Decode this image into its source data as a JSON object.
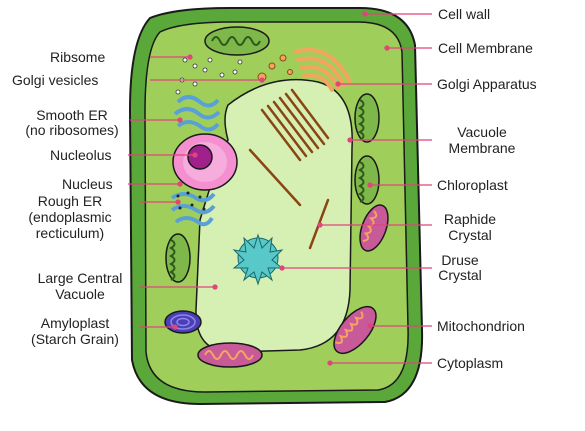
{
  "labels": {
    "cell_wall": "Cell wall",
    "ribsome": "Ribsome",
    "cell_membrane": "Cell Membrane",
    "golgi_vesicles": "Golgi vesicles",
    "golgi_apparatus": "Golgi Apparatus",
    "smooth_er_1": "Smooth ER",
    "smooth_er_2": "(no ribosomes)",
    "vacuole_membrane_1": "Vacuole",
    "vacuole_membrane_2": "Membrane",
    "nucleolus": "Nucleolus",
    "nucleus": "Nucleus",
    "chloroplast": "Chloroplast",
    "rough_er_1": "Rough ER",
    "rough_er_2": "(endoplasmic",
    "rough_er_3": "recticulum)",
    "raphide_1": "Raphide",
    "raphide_2": "Crystal",
    "druse_1": "Druse",
    "druse_2": "Crystal",
    "large_vacuole_1": "Large Central",
    "large_vacuole_2": "Vacuole",
    "amyloplast_1": "Amyloplast",
    "amyloplast_2": "(Starch Grain)",
    "mitochondrion": "Mitochondrion",
    "cytoplasm": "Cytoplasm"
  },
  "colors": {
    "cell_wall": "#5aa83a",
    "cytoplasm": "#9fcf5a",
    "vacuole": "#d6f0b4",
    "leader_line": "#e0457b",
    "nucleus": "#f48fd0",
    "nucleolus": "#a0208c",
    "chloroplast": "#7fb84a",
    "golgi": "#f5a460",
    "er": "#5aa0d8",
    "mitochondrion": "#c85a9a",
    "druse": "#58c8c8",
    "raphide": "#8b4513",
    "amyloplast": "#4b3fb8"
  }
}
